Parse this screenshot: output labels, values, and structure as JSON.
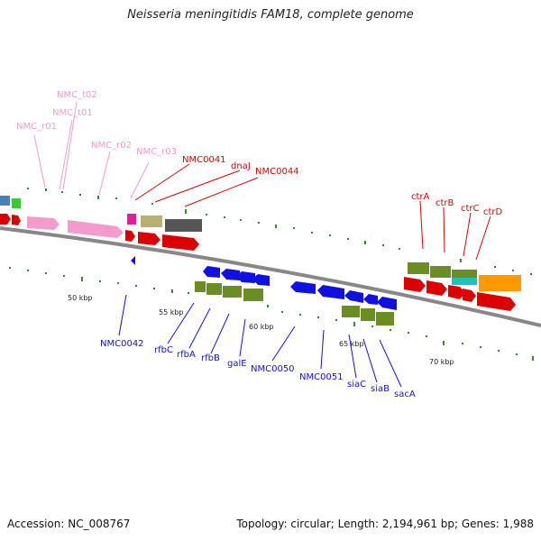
{
  "title": "Neisseria meningitidis FAM18, complete genome",
  "footer": {
    "accession": "Accession: NC_008767",
    "info": "Topology: circular; Length: 2,194,961 bp; Genes: 1,988"
  },
  "colors": {
    "pink": "#f39bcd",
    "red": "#dd0000",
    "blue": "#1010e0",
    "olive": "#6b8e23",
    "green_tick": "#2e8b2e",
    "orange": "#ff9900",
    "cyan": "#20c0c0",
    "gray": "#555555",
    "tan": "#b8b070",
    "magenta": "#e0209a"
  },
  "scale_labels": [
    "50 kbp",
    "55 kbp",
    "60 kbp",
    "65 kbp",
    "70 kbp"
  ],
  "labels": {
    "pink": [
      "NMC_t02",
      "NMC_t01",
      "NMC_r01",
      "NMC_r02",
      "NMC_r03"
    ],
    "red": [
      "NMC0041",
      "dnaJ",
      "NMC0044",
      "ctrA",
      "ctrB",
      "ctrC",
      "ctrD"
    ],
    "blue": [
      "NMC0042",
      "rfbC",
      "rfbA",
      "rfbB",
      "galE",
      "NMC0050",
      "NMC0051",
      "siaC",
      "siaB",
      "sacA"
    ]
  }
}
